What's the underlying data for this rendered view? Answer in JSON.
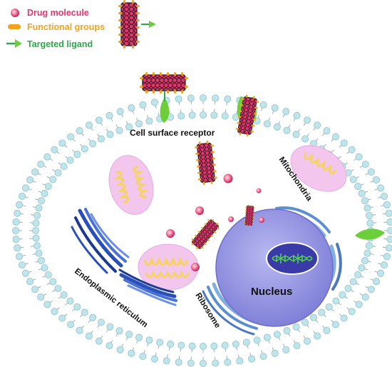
{
  "legend": {
    "items": [
      {
        "label": "Drug molecule",
        "color": "#e8336d"
      },
      {
        "label": "Functional groups",
        "color": "#f2a31b"
      },
      {
        "label": "Targeted ligand",
        "color": "#2ea84a"
      }
    ]
  },
  "labels": {
    "receptor": "Cell surface receptor",
    "mitochondria": "Mitochondria",
    "er": "Endoplasmic reticulum",
    "ribosome": "Ribosome",
    "nucleus": "Nucleus"
  },
  "colors": {
    "membrane_head": "#bfe4ea",
    "membrane_stroke": "#8fc3cc",
    "tail": "#8a9aa0",
    "mito_fill": "#f3c6ee",
    "mito_crista": "#f4d46a",
    "nucleus_fill": "#9b9be6",
    "nucleolus_fill": "#3a3aa8",
    "er_blue": "#2a4fb8",
    "ribosome_blue": "#7fb0e0",
    "ligand_green": "#6ccf3a",
    "drug_pink": "#e8336d",
    "group_orange": "#f2a31b",
    "dna_green": "#4fd14f"
  }
}
